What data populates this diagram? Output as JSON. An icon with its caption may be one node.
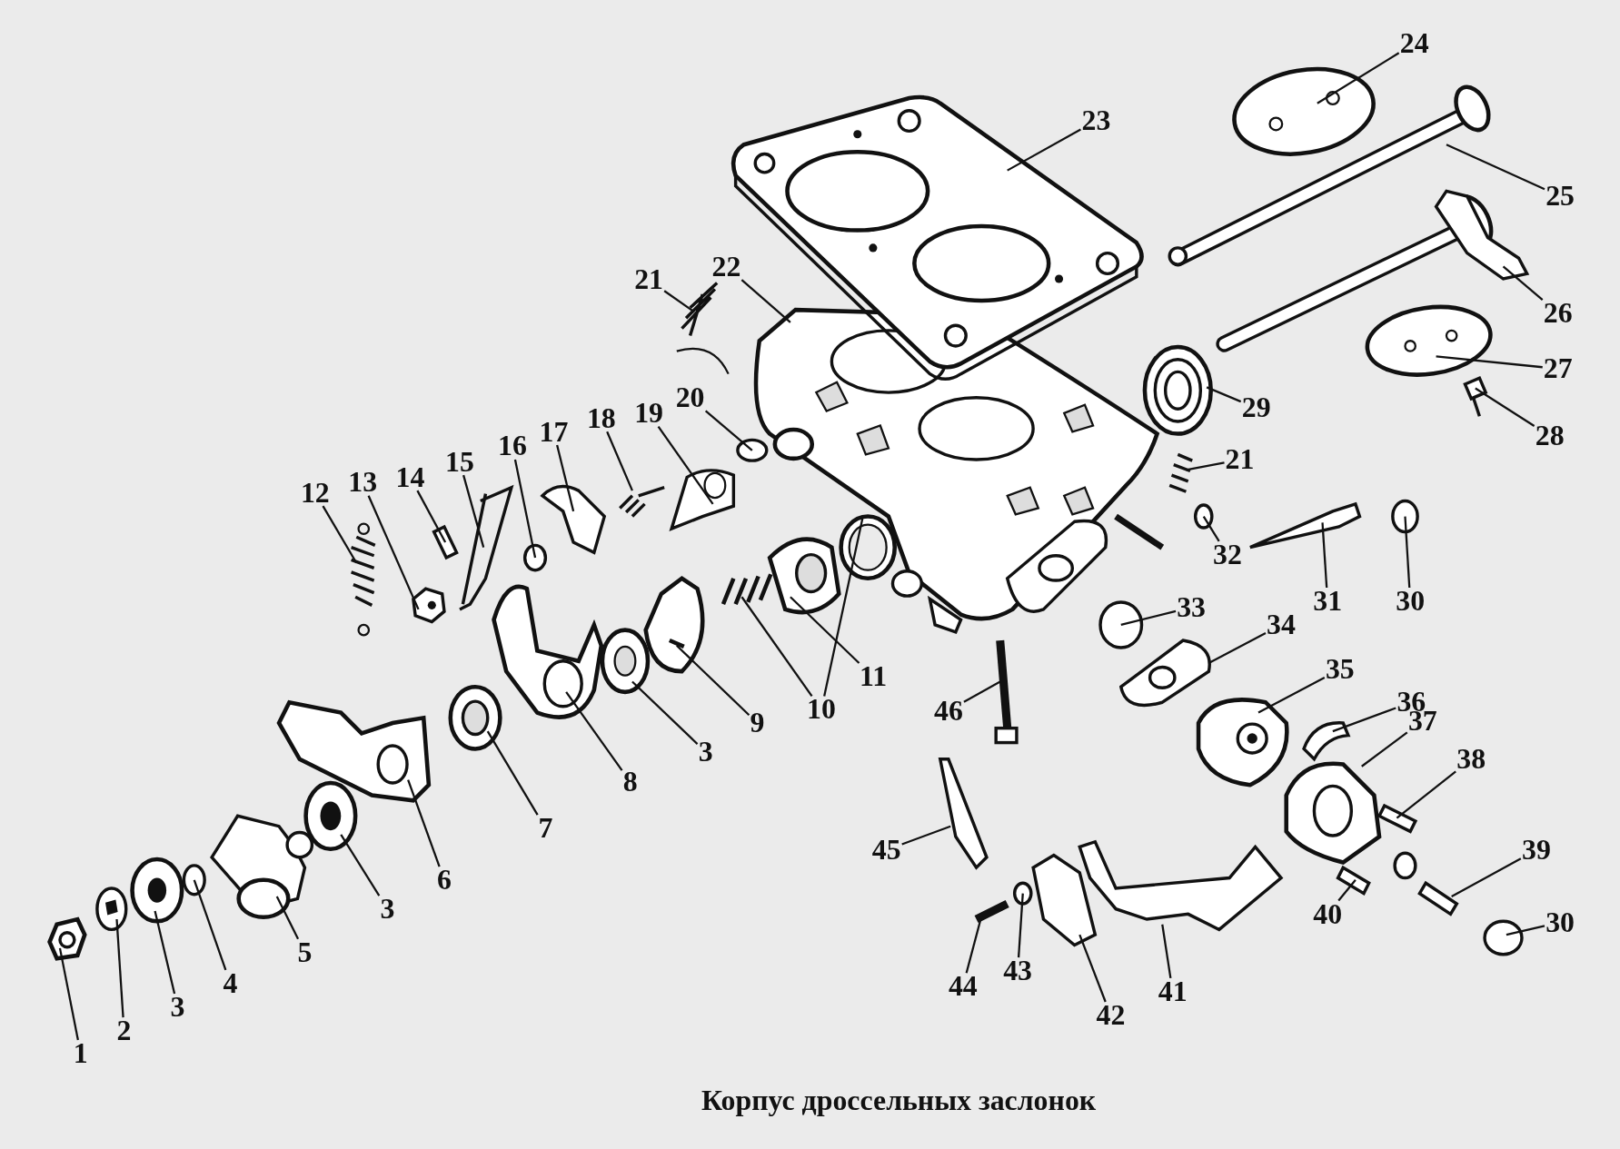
{
  "diagram": {
    "caption": "Корпус дроссельных заслонок",
    "nodes": [
      {
        "text": [
          "1"
        ]
      },
      {
        "text": [
          "2"
        ]
      },
      {
        "text": [
          "3"
        ]
      },
      {
        "text": [
          "4"
        ]
      },
      {
        "text": [
          "5"
        ]
      },
      {
        "text": [
          "3"
        ]
      },
      {
        "text": [
          "6"
        ]
      },
      {
        "text": [
          "7"
        ]
      },
      {
        "text": [
          "8"
        ]
      },
      {
        "text": [
          "3"
        ]
      },
      {
        "text": [
          "9"
        ]
      },
      {
        "text": [
          "10"
        ]
      },
      {
        "text": [
          "11"
        ]
      },
      {
        "text": [
          "12"
        ]
      },
      {
        "text": [
          "13"
        ]
      },
      {
        "text": [
          "14"
        ]
      },
      {
        "text": [
          "15"
        ]
      },
      {
        "text": [
          "16"
        ]
      },
      {
        "text": [
          "17"
        ]
      },
      {
        "text": [
          "18"
        ]
      },
      {
        "text": [
          "19"
        ]
      },
      {
        "text": [
          "20"
        ]
      },
      {
        "text": [
          "21"
        ]
      },
      {
        "text": [
          "22"
        ]
      },
      {
        "text": [
          "23"
        ]
      },
      {
        "text": [
          "24"
        ]
      },
      {
        "text": [
          "25"
        ]
      },
      {
        "text": [
          "26"
        ]
      },
      {
        "text": [
          "27"
        ]
      },
      {
        "text": [
          "28"
        ]
      },
      {
        "text": [
          "29"
        ]
      },
      {
        "text": [
          "21"
        ]
      },
      {
        "text": [
          "32"
        ]
      },
      {
        "text": [
          "31"
        ]
      },
      {
        "text": [
          "30"
        ]
      },
      {
        "text": [
          "33"
        ]
      },
      {
        "text": [
          "34"
        ]
      },
      {
        "text": [
          "35"
        ]
      },
      {
        "text": [
          "36"
        ]
      },
      {
        "text": [
          "37"
        ]
      },
      {
        "text": [
          "38"
        ]
      },
      {
        "text": [
          "39"
        ]
      },
      {
        "text": [
          "40"
        ]
      },
      {
        "text": [
          "30"
        ]
      },
      {
        "text": [
          "41"
        ]
      },
      {
        "text": [
          "42"
        ]
      },
      {
        "text": [
          "43"
        ]
      },
      {
        "text": [
          "44"
        ]
      },
      {
        "text": [
          "45"
        ]
      },
      {
        "text": [
          "46"
        ]
      },
      {
        "text": [],
        "shape": "picture"
      },
      {
        "text": [],
        "shape": "picture"
      },
      {
        "text": [],
        "shape": "picture"
      },
      {
        "text": [],
        "shape": "circle"
      },
      {
        "text": [],
        "shape": "picture"
      },
      {
        "text": [],
        "shape": "picture"
      },
      {
        "text": [],
        "shape": "picture"
      },
      {
        "text": [],
        "shape": "picture"
      },
      {
        "text": [],
        "shape": "picture"
      },
      {
        "text": [],
        "shape": "picture"
      },
      {
        "text": [],
        "shape": "picture"
      },
      {
        "text": [],
        "shape": "picture"
      },
      {
        "text": [],
        "shape": "picture"
      },
      {
        "text": [],
        "shape": "picture"
      },
      {
        "text": [],
        "shape": "picture"
      },
      {
        "text": [],
        "shape": "picture"
      },
      {
        "text": [],
        "shape": "picture"
      },
      {
        "text": [],
        "shape": "picture"
      },
      {
        "text": [],
        "shape": "circle"
      },
      {
        "text": [],
        "shape": "picture"
      },
      {
        "text": [],
        "shape": "picture"
      },
      {
        "text": [],
        "shape": "picture"
      },
      {
        "text": [],
        "shape": "circle"
      },
      {
        "text": [],
        "shape": "picture"
      },
      {
        "text": [],
        "shape": "picture"
      },
      {
        "text": [],
        "shape": "picture"
      },
      {
        "text": [],
        "shape": "picture"
      },
      {
        "text": [],
        "shape": "picture"
      },
      {
        "text": [],
        "shape": "picture"
      },
      {
        "text": [],
        "shape": "picture"
      },
      {
        "text": [],
        "shape": "picture"
      },
      {
        "text": [],
        "shape": "picture"
      },
      {
        "text": [],
        "shape": "picture"
      },
      {
        "text": [],
        "shape": "circle"
      },
      {
        "text": [],
        "shape": "picture"
      },
      {
        "text": [],
        "shape": "circle"
      },
      {
        "text": [],
        "shape": "circle"
      },
      {
        "text": [],
        "shape": "picture"
      },
      {
        "text": [],
        "shape": "picture"
      },
      {
        "text": [],
        "shape": "picture"
      },
      {
        "text": [],
        "shape": "picture"
      },
      {
        "text": [],
        "shape": "picture"
      },
      {
        "text": [],
        "shape": "picture"
      },
      {
        "text": [],
        "shape": "picture"
      },
      {
        "text": [],
        "shape": "circle"
      },
      {
        "text": [],
        "shape": "picture"
      },
      {
        "text": [],
        "shape": "picture"
      },
      {
        "text": [],
        "shape": "circle"
      },
      {
        "text": [],
        "shape": "picture"
      },
      {
        "text": [],
        "shape": "picture"
      },
      {
        "text": [],
        "shape": "picture"
      }
    ],
    "edges": [
      {
        "from": 0,
        "to": 50,
        "arrow": "none"
      },
      {
        "from": 1,
        "to": 51,
        "arrow": "none"
      },
      {
        "from": 2,
        "to": 52,
        "arrow": "none"
      },
      {
        "from": 3,
        "to": 53,
        "arrow": "none"
      },
      {
        "from": 4,
        "to": 54,
        "arrow": "none"
      },
      {
        "from": 5,
        "to": 55,
        "arrow": "none"
      },
      {
        "from": 6,
        "to": 56,
        "arrow": "none"
      },
      {
        "from": 7,
        "to": 57,
        "arrow": "none"
      },
      {
        "from": 8,
        "to": 58,
        "arrow": "none"
      },
      {
        "from": 9,
        "to": 59,
        "arrow": "none"
      },
      {
        "from": 10,
        "to": 60,
        "arrow": "none"
      },
      {
        "from": 11,
        "to": 61,
        "arrow": "none"
      },
      {
        "from": 11,
        "to": 62,
        "arrow": "none"
      },
      {
        "from": 12,
        "to": 63,
        "arrow": "none"
      },
      {
        "from": 13,
        "to": 64,
        "arrow": "none"
      },
      {
        "from": 14,
        "to": 65,
        "arrow": "none"
      },
      {
        "from": 15,
        "to": 66,
        "arrow": "none"
      },
      {
        "from": 16,
        "to": 67,
        "arrow": "none"
      },
      {
        "from": 17,
        "to": 68,
        "arrow": "none"
      },
      {
        "from": 18,
        "to": 69,
        "arrow": "none"
      },
      {
        "from": 19,
        "to": 70,
        "arrow": "none"
      },
      {
        "from": 20,
        "to": 71,
        "arrow": "none"
      },
      {
        "from": 21,
        "to": 72,
        "arrow": "none"
      },
      {
        "from": 22,
        "to": 73,
        "arrow": "none"
      },
      {
        "from": 23,
        "to": 74,
        "arrow": "none"
      },
      {
        "from": 24,
        "to": 75,
        "arrow": "none"
      },
      {
        "from": 25,
        "to": 76,
        "arrow": "none"
      },
      {
        "from": 26,
        "to": 77,
        "arrow": "none"
      },
      {
        "from": 27,
        "to": 78,
        "arrow": "none"
      },
      {
        "from": 28,
        "to": 79,
        "arrow": "none"
      },
      {
        "from": 29,
        "to": 80,
        "arrow": "none"
      },
      {
        "from": 30,
        "to": 81,
        "arrow": "none"
      },
      {
        "from": 31,
        "to": 82,
        "arrow": "none"
      },
      {
        "from": 32,
        "to": 83,
        "arrow": "none"
      },
      {
        "from": 33,
        "to": 84,
        "arrow": "none"
      },
      {
        "from": 34,
        "to": 85,
        "arrow": "none"
      },
      {
        "from": 35,
        "to": 86,
        "arrow": "none"
      },
      {
        "from": 36,
        "to": 87,
        "arrow": "none"
      },
      {
        "from": 37,
        "to": 88,
        "arrow": "none"
      },
      {
        "from": 38,
        "to": 89,
        "arrow": "none"
      },
      {
        "from": 39,
        "to": 90,
        "arrow": "none"
      },
      {
        "from": 40,
        "to": 91,
        "arrow": "none"
      },
      {
        "from": 41,
        "to": 92,
        "arrow": "none"
      },
      {
        "from": 42,
        "to": 93,
        "arrow": "none"
      },
      {
        "from": 43,
        "to": 94,
        "arrow": "none"
      },
      {
        "from": 44,
        "to": 95,
        "arrow": "none"
      },
      {
        "from": 45,
        "to": 96,
        "arrow": "none"
      },
      {
        "from": 46,
        "to": 97,
        "arrow": "none"
      },
      {
        "from": 47,
        "to": 98,
        "arrow": "none"
      },
      {
        "from": 48,
        "to": 99,
        "arrow": "none"
      },
      {
        "from": 49,
        "to": 100,
        "arrow": "none"
      }
    ]
  }
}
